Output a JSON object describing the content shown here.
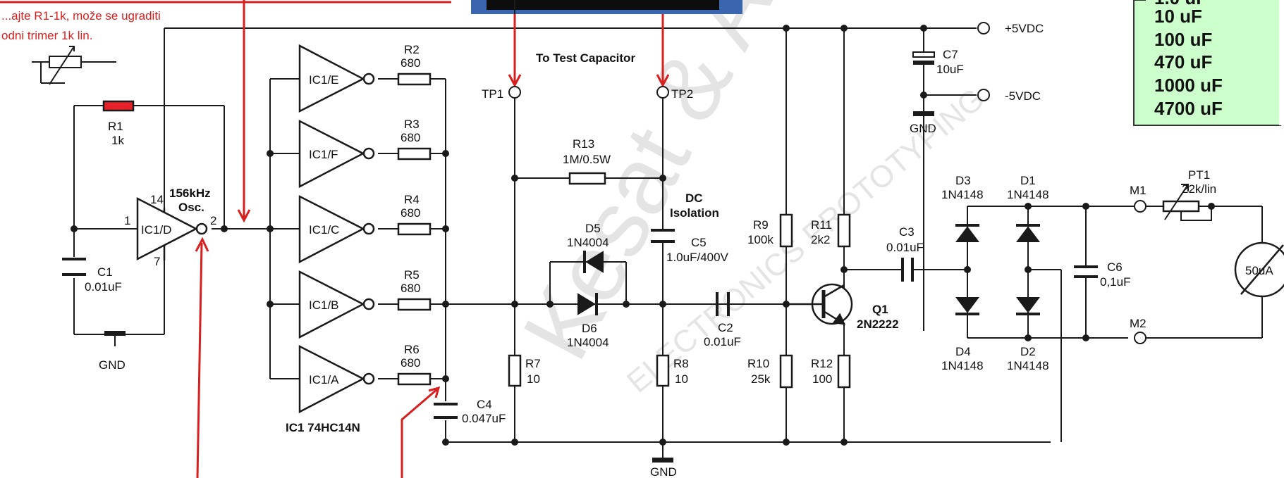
{
  "annotation": {
    "line1": "...ajte R1-1k, može se ugraditi",
    "line2": "odni trimer 1k lin."
  },
  "supply": {
    "pos": "+5VDC",
    "neg": "-5VDC",
    "gnd": "GND"
  },
  "test": {
    "title": "To Test Capacitor",
    "tp1": "TP1",
    "tp2": "TP2"
  },
  "osc": {
    "label": "156kHz",
    "label2": "Osc.",
    "gate": "IC1/D",
    "pin1": "1",
    "pin2": "2",
    "pin7": "7",
    "pin14": "14"
  },
  "gates": [
    {
      "name": "IC1/E",
      "res": "R2",
      "val": "680"
    },
    {
      "name": "IC1/F",
      "res": "R3",
      "val": "680"
    },
    {
      "name": "IC1/C",
      "res": "R4",
      "val": "680"
    },
    {
      "name": "IC1/B",
      "res": "R5",
      "val": "680"
    },
    {
      "name": "IC1/A",
      "res": "R6",
      "val": "680"
    }
  ],
  "ic_name": "IC1 74HC14N",
  "components": {
    "r1": {
      "ref": "R1",
      "val": "1k"
    },
    "c1": {
      "ref": "C1",
      "val": "0.01uF"
    },
    "c4": {
      "ref": "C4",
      "val": "0.047uF"
    },
    "r7": {
      "ref": "R7",
      "val": "10"
    },
    "r13": {
      "ref": "R13",
      "val": "1M/0.5W"
    },
    "d5": {
      "ref": "D5",
      "val": "1N4004"
    },
    "d6": {
      "ref": "D6",
      "val": "1N4004"
    },
    "dc_iso": {
      "l1": "DC",
      "l2": "Isolation"
    },
    "c5": {
      "ref": "C5",
      "val": "1.0uF/400V"
    },
    "c2": {
      "ref": "C2",
      "val": "0.01uF"
    },
    "r8": {
      "ref": "R8",
      "val": "10"
    },
    "r9": {
      "ref": "R9",
      "val": "100k"
    },
    "r10": {
      "ref": "R10",
      "val": "25k"
    },
    "r11": {
      "ref": "R11",
      "val": "2k2"
    },
    "r12": {
      "ref": "R12",
      "val": "100"
    },
    "c7": {
      "ref": "C7",
      "val": "10uF"
    },
    "q1": {
      "ref": "Q1",
      "val": "2N2222"
    },
    "c3": {
      "ref": "C3",
      "val": "0.01uF"
    },
    "d3": {
      "ref": "D3",
      "val": "1N4148"
    },
    "d1": {
      "ref": "D1",
      "val": "1N4148"
    },
    "d4": {
      "ref": "D4",
      "val": "1N4148"
    },
    "d2": {
      "ref": "D2",
      "val": "1N4148"
    },
    "c6": {
      "ref": "C6",
      "val": "0,1uF"
    },
    "pt1": {
      "ref": "PT1",
      "val": "22k/lin"
    },
    "m1": "M1",
    "m2": "M2",
    "meter": "50uA"
  },
  "ranges": [
    "10 uF",
    "100 uF",
    "470 uF",
    "1000 uF",
    "4700 uF"
  ],
  "watermark": {
    "main": "Kesat & Alsa",
    "sub": "ELECTRONICS PROTOTYPING"
  },
  "colors": {
    "wire": "#1a1a1a",
    "annotation": "#d81f1f",
    "range_bg": "#ccffcc"
  }
}
